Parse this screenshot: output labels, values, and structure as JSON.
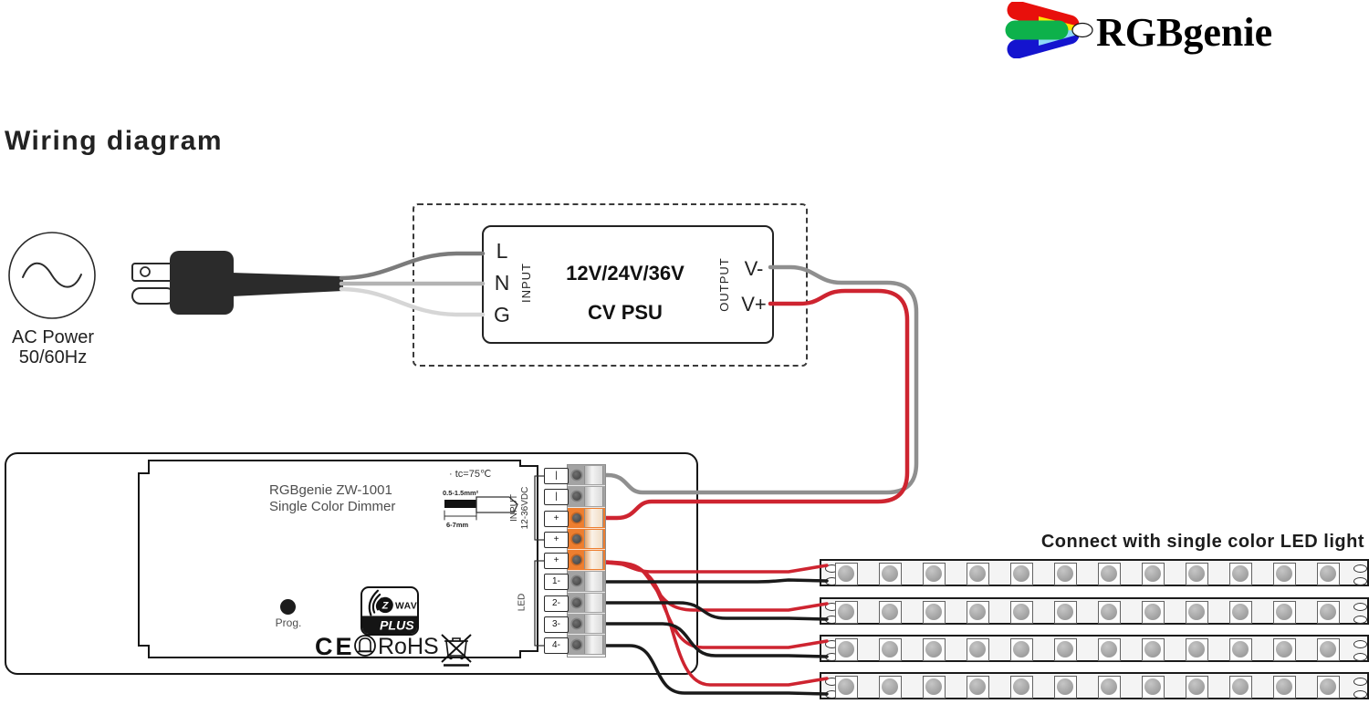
{
  "title": "Wiring diagram",
  "brand": {
    "name": "RGBgenie"
  },
  "ac_source": {
    "line1": "AC Power",
    "line2": "50/60Hz"
  },
  "psu": {
    "input_pins": [
      "L",
      "N",
      "G"
    ],
    "input_label": "INPUT",
    "voltage": "12V/24V/36V",
    "type": "CV PSU",
    "output_label": "OUTPUT",
    "output_pins": [
      "V-",
      "V+"
    ]
  },
  "dimmer": {
    "model": "RGBgenie ZW-1001",
    "subtitle": "Single Color Dimmer",
    "prog_label": "Prog.",
    "tc_note": "· tc=75℃",
    "wire_gauge": "0.5-1.5mm²",
    "strip_len": "6-7mm",
    "zwave_z": "Z",
    "zwave_wave": "WAVE",
    "zwave_plus": "PLUS",
    "ce": "CE",
    "rohs": "RoHS",
    "input_group_line1": "INPUT",
    "input_group_line2": "12-36VDC",
    "led_group": "LED",
    "terminals": [
      {
        "label": "|",
        "color": "gray"
      },
      {
        "label": "|",
        "color": "gray"
      },
      {
        "label": "+",
        "color": "orange"
      },
      {
        "label": "+",
        "color": "orange"
      },
      {
        "label": "+",
        "color": "orange"
      },
      {
        "label": "1-",
        "color": "gray"
      },
      {
        "label": "2-",
        "color": "gray"
      },
      {
        "label": "3-",
        "color": "gray"
      },
      {
        "label": "4-",
        "color": "gray"
      }
    ]
  },
  "led_section": {
    "title": "Connect with single color LED light",
    "strip_count": 4,
    "leds_per_strip": 12
  },
  "colors": {
    "wire_red": "#ce2430",
    "wire_black": "#1a1a1a",
    "wire_gray_dark": "#7b7b7b",
    "wire_gray_mid": "#b3b3b3",
    "wire_gray_light": "#d6d6d6",
    "wire_gray_out": "#8f8f8f",
    "terminal_orange": "#ee7e2f",
    "terminal_gray": "#a3a3a3",
    "logo_red": "#e8100c",
    "logo_green": "#0db14b",
    "logo_blue": "#1414cf",
    "logo_yellow": "#ffe600",
    "logo_cyan": "#8ed8f8"
  }
}
